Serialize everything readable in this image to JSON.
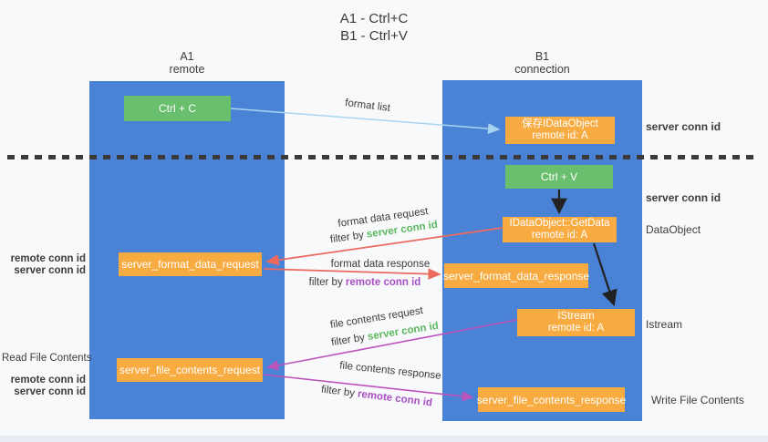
{
  "title": {
    "line1": "A1 - Ctrl+C",
    "line2": "B1 - Ctrl+V"
  },
  "lanes": {
    "left": {
      "name": "A1",
      "role": "remote"
    },
    "right": {
      "name": "B1",
      "role": "connection"
    }
  },
  "nodes": {
    "ctrl_c": {
      "label": "Ctrl + C"
    },
    "save_idataobject": {
      "line1": "保存IDataObject",
      "line2": "remote id: A"
    },
    "ctrl_v": {
      "label": "Ctrl + V"
    },
    "getdata": {
      "line1": "IDataObject::GetData",
      "line2": "remote id: A"
    },
    "format_request": {
      "label": "server_format_data_request"
    },
    "format_response": {
      "label": "server_format_data_response"
    },
    "istream": {
      "line1": "IStream",
      "line2": "remote id: A"
    },
    "file_request": {
      "label": "server_file_contents_request"
    },
    "file_response": {
      "label": "server_file_contents_response"
    }
  },
  "edge_labels": {
    "format_list": "format list",
    "format_data_request": "format data request",
    "format_data_response": "format data response",
    "file_contents_request": "file contents request",
    "file_contents_response": "file contents response",
    "filter_by": "filter by ",
    "server_conn_id": "server conn id",
    "remote_conn_id": "remote conn id"
  },
  "side_labels": {
    "server_conn_id_top": "server conn id",
    "server_conn_id_mid": "server conn id",
    "dataobject": "DataObject",
    "istream": "Istream",
    "write_file_contents": "Write File Contents",
    "read_file_contents": "Read File Contents",
    "remote_conn_id": "remote conn id",
    "server_conn_id": "server conn id"
  },
  "colors": {
    "lane_blue": "#4a82d6",
    "green": "#6abf6e",
    "orange": "#f7ab41",
    "arrow_blue": "#a9d4f1",
    "arrow_red": "#ec6a5e",
    "arrow_magenta": "#bd53bd",
    "arrow_black": "#222222",
    "label_green": "#5cb85f",
    "label_purple": "#a84fc4",
    "text_dark": "#3c3c3c",
    "background": "#f8f9fb",
    "footer_band": "#e9ecf2"
  }
}
